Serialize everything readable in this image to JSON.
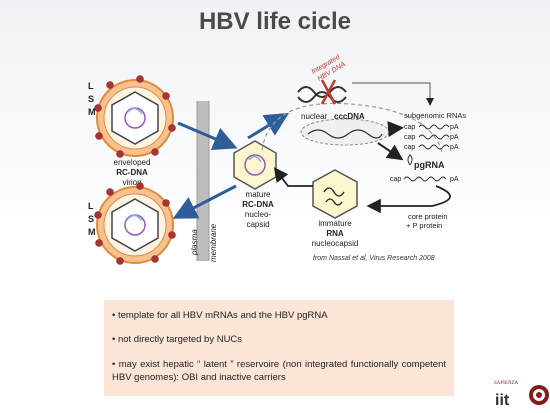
{
  "title": "HBV life cicle",
  "labels": {
    "l": "L",
    "s": "S",
    "m": "M",
    "l2": "L",
    "s2": "S",
    "m2": "M",
    "enveloped_1": "enveloped",
    "enveloped_2": "RC-DNA",
    "enveloped_3": "virion",
    "membrane_1": "plasma",
    "membrane_2": "membrane",
    "mature_1": "mature",
    "mature_2": "RC-DNA",
    "mature_3": "nucleo-",
    "mature_4": "capsid",
    "immature_1": "immature",
    "immature_2": "RNA",
    "immature_3": "nucleocapsid",
    "nuclear": "nuclear ",
    "cccdna": "cccDNA",
    "integrated_1": "Integrated",
    "integrated_2": "HBV DNA",
    "subgenomic": "subgenomic RNAs",
    "cap1": "cap",
    "pa1": "pA",
    "cap2": "cap",
    "pa2": "pA",
    "cap3": "cap",
    "pa3": "pA",
    "pgrna": "pgRNA",
    "cap4": "cap",
    "pa4": "pA",
    "core_1": "core protein",
    "core_2": "+ P protein"
  },
  "credit": "from Nassal  et al, Virus Research 2008",
  "bullets": [
    "• template for all HBV mRNAs and the HBV pgRNA",
    "• not directly targeted by NUCs",
    "• may  exist  hepatic  “ latent ”   reservoire  (non  integrated functionally competent HBV genomes): OBI and inactive carriers"
  ],
  "logo": {
    "text_top": "SAPIENZA",
    "text_iit": "iit"
  },
  "colors": {
    "arrow": "#2e5d9a",
    "envelope": "#f2a35a",
    "box": "#fbe5d6",
    "integrated": "#c0392b"
  }
}
